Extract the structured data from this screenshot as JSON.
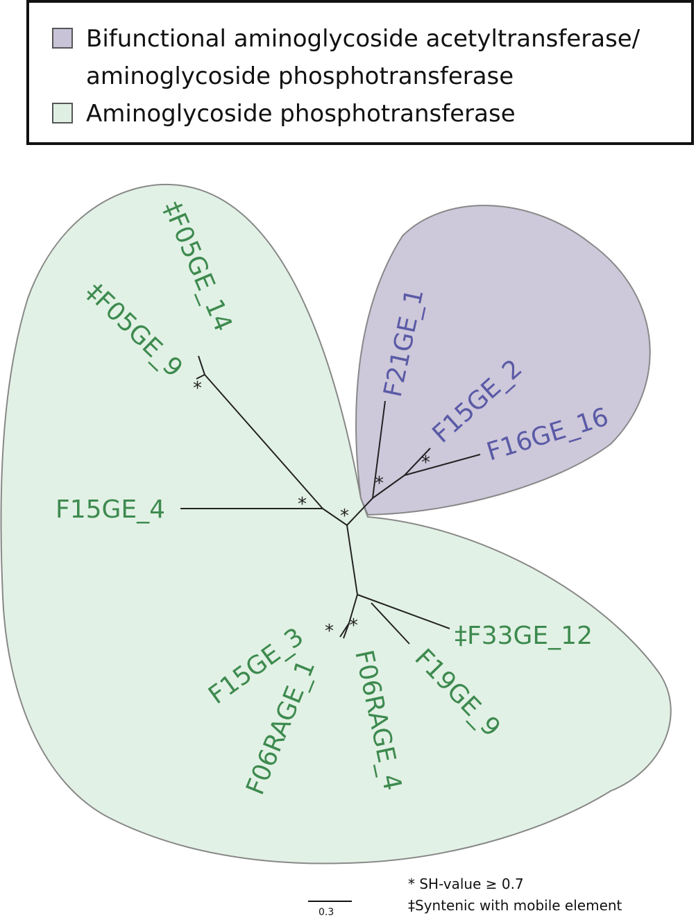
{
  "legend": {
    "items": [
      {
        "label_line1": "Bifunctional aminoglycoside acetyltransferase/",
        "label_line2": "aminoglycoside phosphotransferase",
        "color": "#c9c3d8"
      },
      {
        "label_line1": "Aminoglycoside phosphotransferase",
        "label_line2": "",
        "color": "#dff0e2"
      }
    ]
  },
  "colors": {
    "green_text": "#3d8a4f",
    "purple_text": "#5a5aa6",
    "green_fill": "#e2f1e5",
    "purple_fill": "#cdc8da",
    "branch": "#222222"
  },
  "leaves": {
    "f05ge_14": "‡F05GE_14",
    "f05ge_9": "‡F05GE_9",
    "f15ge_4": "F15GE_4",
    "f21ge_1": "F21GE_1",
    "f15ge_2": "F15GE_2",
    "f16ge_16": "F16GE_16",
    "f33ge_12": "‡F33GE_12",
    "f19ge_9": "F19GE_9",
    "f15ge_3": "F15GE_3",
    "f06rage_1": "F06RAGE_1",
    "f06rage_4": "F06RAGE_4"
  },
  "support_marker": "*",
  "notes": {
    "sh_value": "* SH-value ≥ 0.7",
    "syntenic": "‡Syntenic with mobile element"
  },
  "scale_bar": {
    "label": "0.3"
  }
}
